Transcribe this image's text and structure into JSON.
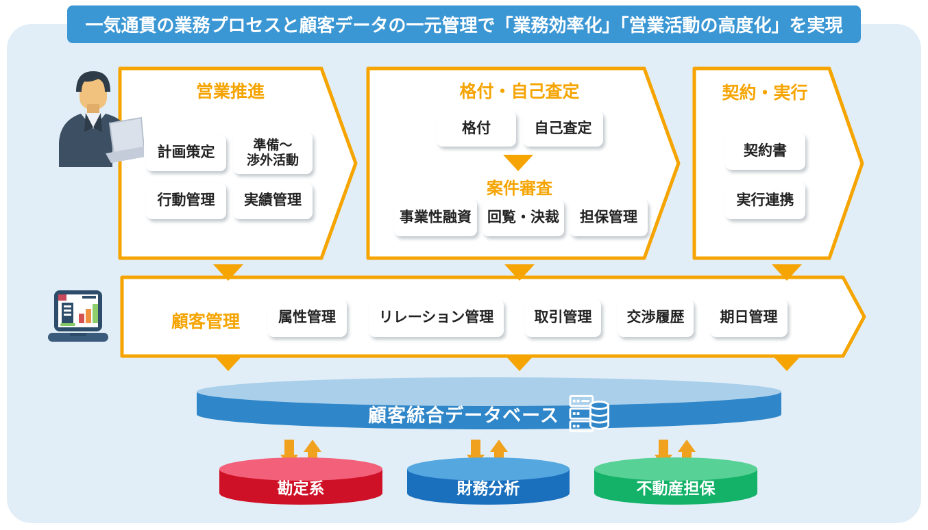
{
  "header": {
    "title": "一気通貫の業務プロセスと顧客データの一元管理で「業務効率化」「営業活動の高度化」を実現"
  },
  "stages": [
    {
      "title": "営業推進",
      "items": [
        {
          "label": "計画策定"
        },
        {
          "label": "準備〜\n渉外活動"
        },
        {
          "label": "行動管理"
        },
        {
          "label": "実績管理"
        }
      ]
    },
    {
      "title": "格付・自己査定",
      "items": [
        {
          "label": "格付"
        },
        {
          "label": "自己査定"
        }
      ],
      "sub_stage": {
        "title": "案件審査",
        "items": [
          {
            "label": "事業性融資"
          },
          {
            "label": "回覧・決裁"
          },
          {
            "label": "担保管理"
          }
        ]
      }
    },
    {
      "title": "契約・実行",
      "items": [
        {
          "label": "契約書"
        },
        {
          "label": "実行連携"
        }
      ]
    }
  ],
  "customer_band": {
    "title": "顧客管理",
    "items": [
      {
        "label": "属性管理"
      },
      {
        "label": "リレーション管理"
      },
      {
        "label": "取引管理"
      },
      {
        "label": "交渉履歴"
      },
      {
        "label": "期日管理"
      }
    ]
  },
  "database": {
    "label": "顧客統合データベース"
  },
  "systems": [
    {
      "label": "勘定系"
    },
    {
      "label": "財務分析"
    },
    {
      "label": "不動産担保"
    }
  ],
  "icons": {
    "worker": "businessman-laptop-icon",
    "analytics": "laptop-analytics-icon",
    "database": "database-server-icon",
    "flow": "down-triangle-icon",
    "sync": "sync-arrows-icon"
  },
  "colors": {
    "accent_orange": "#f5a402",
    "header_blue": "#3b97d4",
    "panel_blue": "#e2eef7",
    "db_body": "#2f86c8",
    "db_top": "#a9cfea",
    "system_red": "#ce1126",
    "system_red_top": "#f2607a",
    "system_blue": "#1b70bd",
    "system_blue_top": "#55a7e0",
    "system_green": "#14b269",
    "system_green_top": "#57d195"
  }
}
